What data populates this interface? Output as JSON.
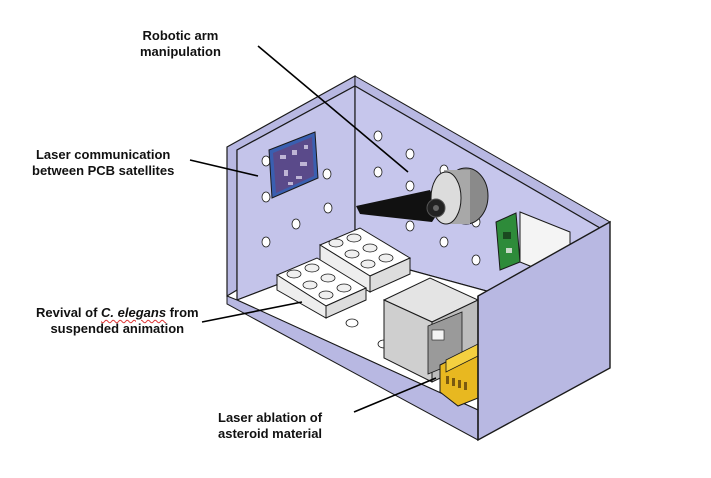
{
  "labels": {
    "robotic_arm": {
      "line1": "Robotic arm",
      "line2": "manipulation"
    },
    "laser_comm": {
      "line1": "Laser communication",
      "line2": "between PCB satellites"
    },
    "revival": {
      "prefix": "Revival of ",
      "species": "C. elegans",
      "suffix": " from",
      "line2": "suspended animation"
    },
    "laser_ablation": {
      "line1": "Laser ablation of",
      "line2": "asteroid material"
    }
  },
  "colors": {
    "panel": "#b8b8e2",
    "panel_light": "#c8c8ec",
    "floor": "#ffffff",
    "outline": "#1a1a1a",
    "pcb_green": "#2e8b3a",
    "gold": "#e8b820",
    "arm_black": "#111111",
    "cylinder_gray": "#9a9a9a"
  }
}
